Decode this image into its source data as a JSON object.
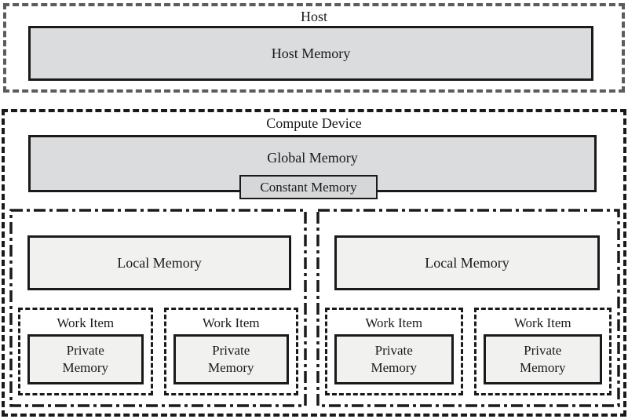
{
  "diagram": {
    "host": {
      "label": "Host",
      "memory_label": "Host Memory"
    },
    "device": {
      "label": "Compute Device",
      "global_memory_label": "Global Memory",
      "constant_memory_label": "Constant Memory",
      "work_groups": [
        {
          "local_memory_label": "Local Memory",
          "work_items": [
            {
              "label": "Work Item",
              "private_memory_label": "Private Memory"
            },
            {
              "label": "Work Item",
              "private_memory_label": "Private Memory"
            }
          ]
        },
        {
          "local_memory_label": "Local Memory",
          "work_items": [
            {
              "label": "Work Item",
              "private_memory_label": "Private Memory"
            },
            {
              "label": "Work Item",
              "private_memory_label": "Private Memory"
            }
          ]
        }
      ]
    },
    "colors": {
      "line": "#1a1a1a",
      "host_border": "#5c5c5c",
      "fill_dark": "#dbdcdd",
      "fill_mid": "#d6d7d8",
      "fill_light": "#f1f1ef"
    }
  }
}
